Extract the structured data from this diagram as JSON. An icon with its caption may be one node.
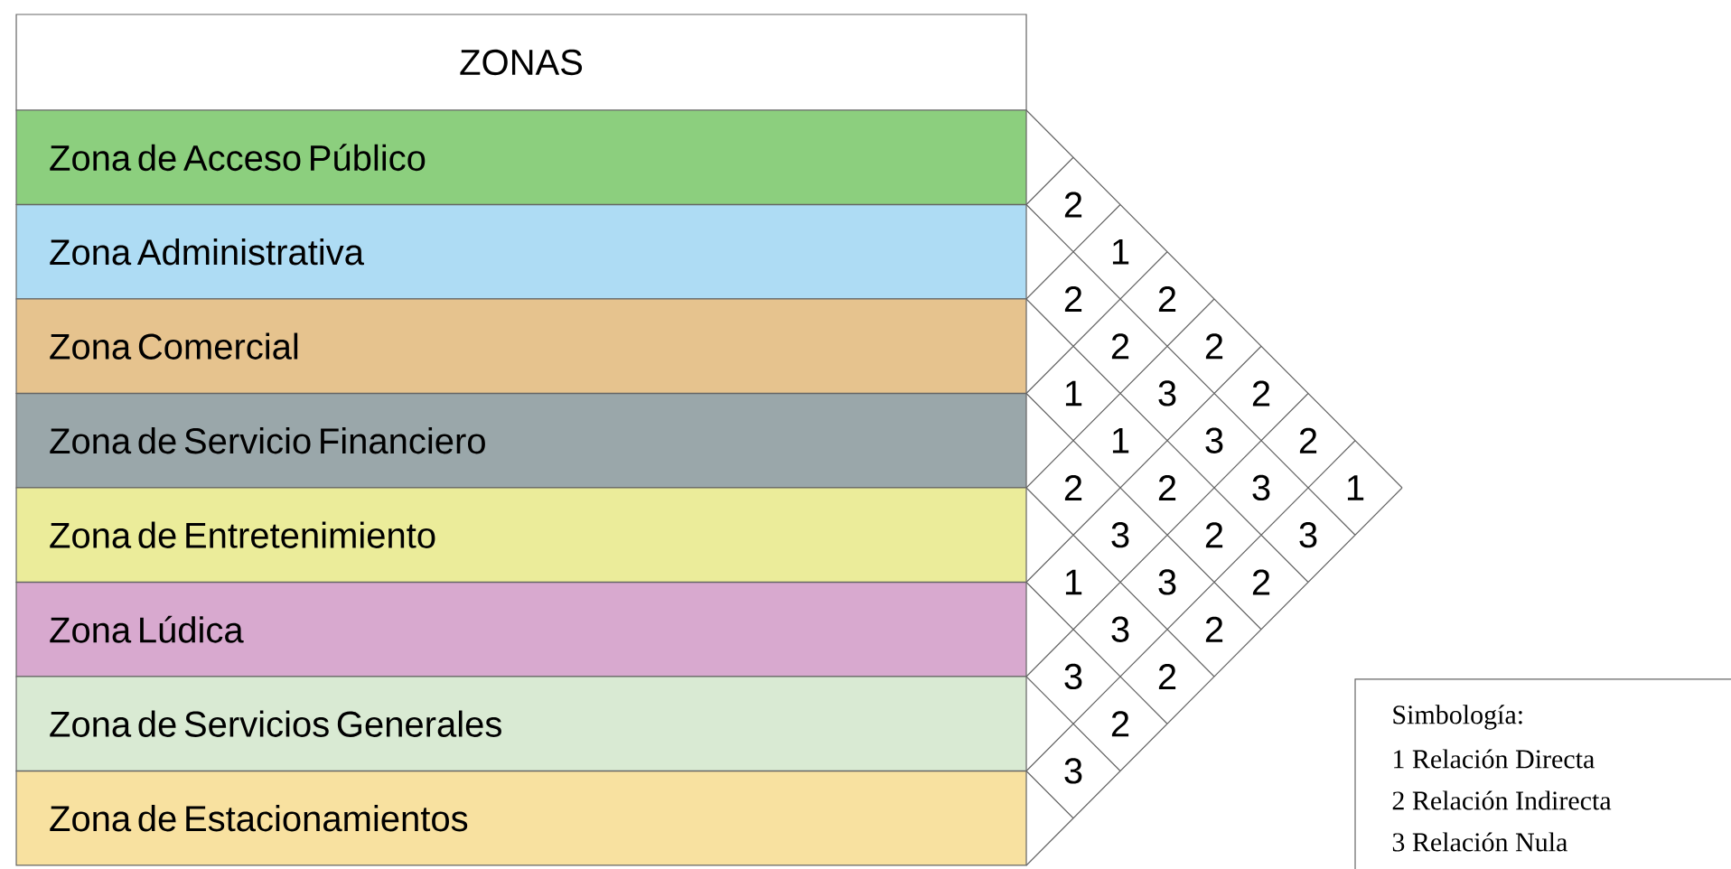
{
  "diagram": {
    "nodes": [
      {
        "text": [
          "ZONAS"
        ]
      },
      {
        "text": [
          "Zona de Acceso Público"
        ]
      },
      {
        "text": [
          "Zona Administrativa"
        ]
      },
      {
        "text": [
          "Zona Comercial"
        ]
      },
      {
        "text": [
          "Zona de Servicio Financiero"
        ]
      },
      {
        "text": [
          "Zona de Entretenimiento"
        ]
      },
      {
        "text": [
          "Zona Lúdica"
        ]
      },
      {
        "text": [
          "Zona de Servicios Generales"
        ]
      },
      {
        "text": [
          "Zona de Estacionamientos"
        ]
      }
    ],
    "labels": [
      "2",
      "1",
      "2",
      "2",
      "2",
      "2",
      "1",
      "3",
      "2",
      "1",
      "3",
      "2",
      "2",
      "2",
      "3",
      "1",
      "3",
      "2",
      "3",
      "1",
      "3",
      "2",
      "3",
      "2",
      "3",
      "2",
      "2",
      "3",
      "Simbología:",
      "1 Relación Directa",
      "2 Relación Indirecta",
      "3 Relación Nula"
    ]
  }
}
